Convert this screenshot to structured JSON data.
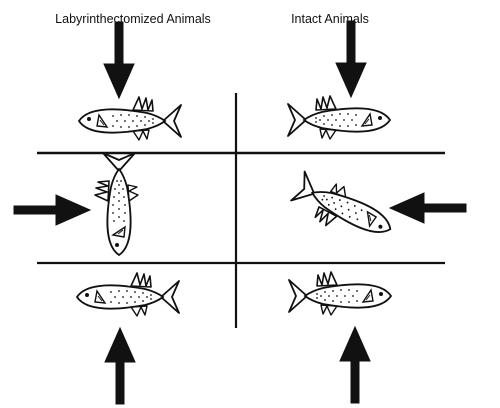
{
  "figure": {
    "columns": [
      {
        "title": "Labyrinthectomized Animals"
      },
      {
        "title": "Intact Animals"
      }
    ],
    "rows": [
      {
        "force": "from-above"
      },
      {
        "force": "from-side"
      },
      {
        "force": "from-below"
      }
    ],
    "icons": {
      "fish": "fish-icon",
      "arrow": "arrow-icon"
    },
    "colors": {
      "ink": "#111111",
      "background": "#ffffff"
    }
  }
}
